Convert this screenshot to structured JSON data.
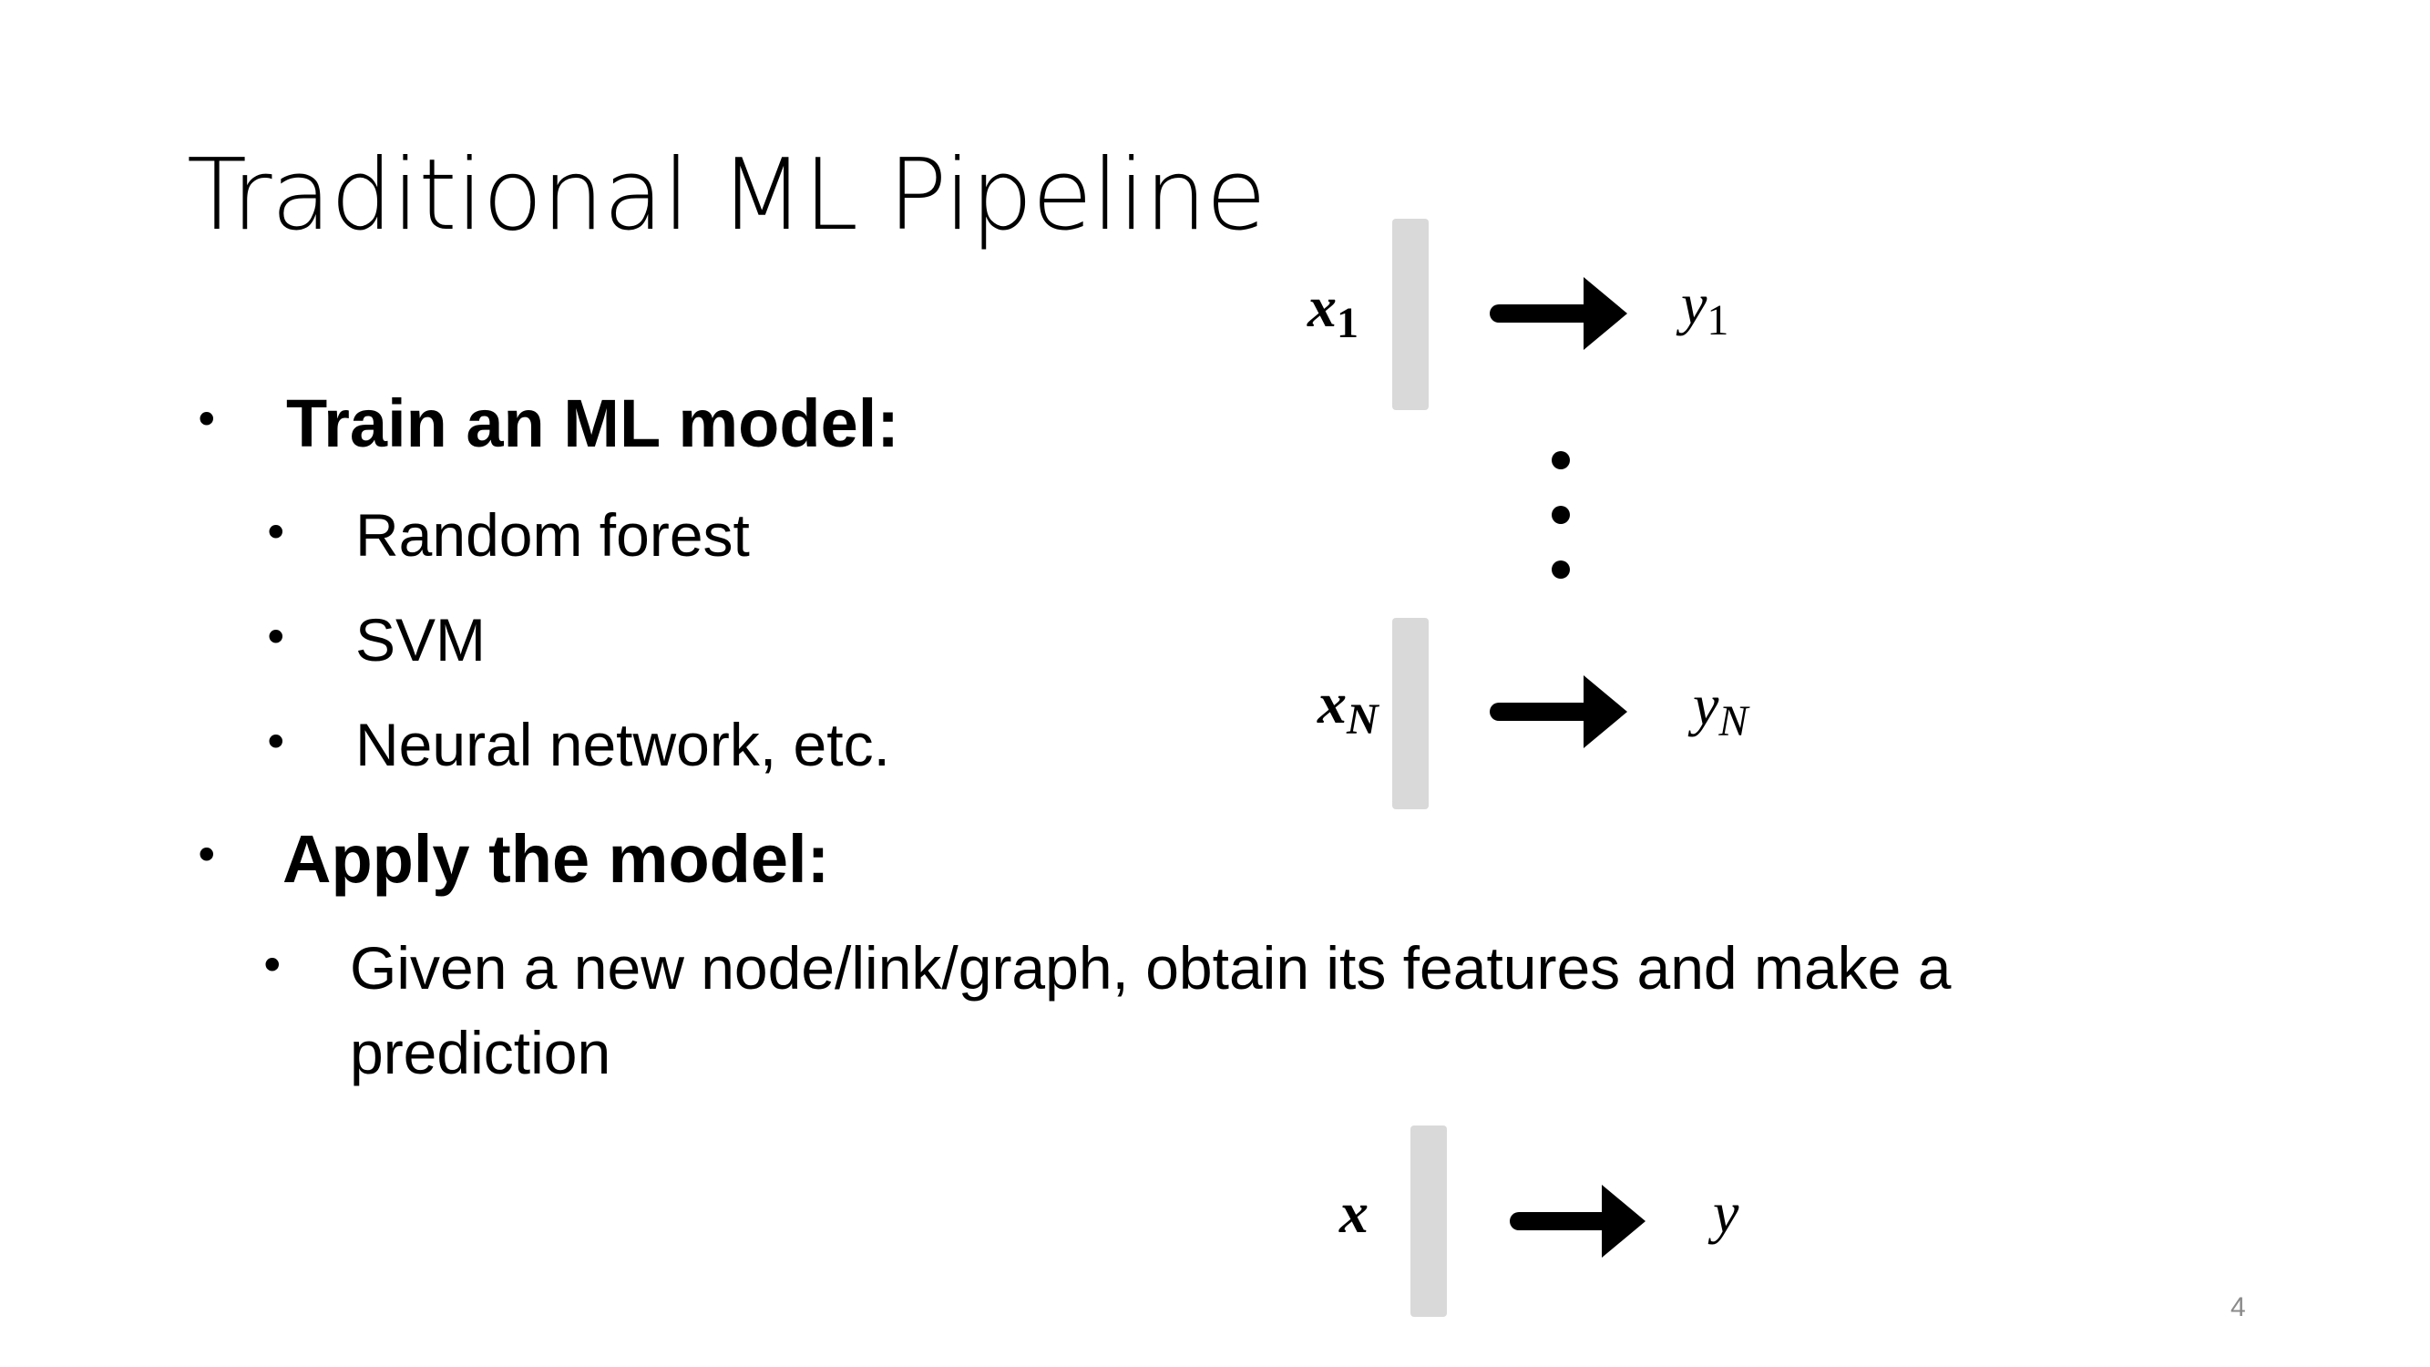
{
  "slide": {
    "title": "Traditional ML Pipeline",
    "page_number": "4"
  },
  "bullets": {
    "train": {
      "heading": "Train an ML model:",
      "items": [
        "Random forest",
        "SVM",
        "Neural network, etc."
      ]
    },
    "apply": {
      "heading": "Apply the model:",
      "item_line1": "Given a new  node/link/graph, obtain  its features and make a",
      "item_line2": "prediction"
    },
    "bullet_glyph": "•"
  },
  "diagram": {
    "row1": {
      "input": "x",
      "input_sub": "1",
      "output": "y",
      "output_sub": "1"
    },
    "rowN": {
      "input": "x",
      "input_sub": "N",
      "output": "y",
      "output_sub": "N"
    },
    "predict": {
      "input": "x",
      "output": "y"
    },
    "feature_bar_color": "#d9d9d9",
    "arrow_color": "#000000",
    "ellipsis_dots": 3
  }
}
